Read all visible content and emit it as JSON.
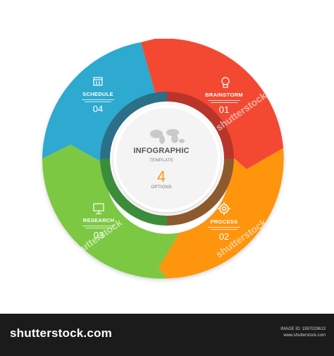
{
  "center": {
    "title": "INFOGRAPHIC",
    "subtitle": "TEMPLATE",
    "number": "4",
    "caption": "OPTIONS"
  },
  "segments": [
    {
      "title": "BRAINSTORM",
      "number": "01",
      "color": "#f34a32",
      "icon": "lightbulb-icon"
    },
    {
      "title": "PROCESS",
      "number": "02",
      "color": "#ff9410",
      "icon": "gear-icon"
    },
    {
      "title": "RESEARCH",
      "number": "03",
      "color": "#7cc843",
      "icon": "monitor-icon"
    },
    {
      "title": "SCHEDULE",
      "number": "04",
      "color": "#2fa9cf",
      "icon": "calendar-icon"
    }
  ],
  "watermark": "shutterstock",
  "footer": {
    "brand": "shutterstock.com",
    "image_id_label": "IMAGE ID: 1597029613",
    "site": "www.shutterstock.com"
  }
}
